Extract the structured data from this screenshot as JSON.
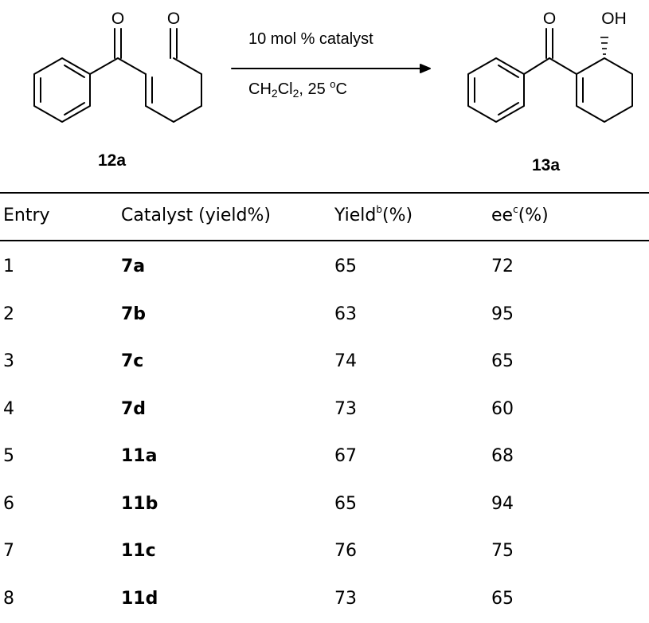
{
  "scheme": {
    "reactant_label": "12a",
    "product_label": "13a",
    "condition_top": "10 mol % catalyst",
    "condition_bottom": {
      "prefix": "CH",
      "sub1": "2",
      "mid": "Cl",
      "sub2": "2",
      "rest": ", 25 ",
      "sup": "o",
      "unit": "C"
    },
    "atoms": {
      "oxygen": "O",
      "hydroxyl": "OH"
    }
  },
  "table": {
    "headers": {
      "entry": "Entry",
      "catalyst": "Catalyst (yield%)",
      "yield": "Yield",
      "yield_note": "b",
      "yield_unit": "(%)",
      "ee": "ee",
      "ee_note": "c",
      "ee_unit": "(%)"
    },
    "rows": [
      {
        "entry": "1",
        "catalyst": "7a",
        "yield": "65",
        "ee": "72"
      },
      {
        "entry": "2",
        "catalyst": "7b",
        "yield": "63",
        "ee": "95"
      },
      {
        "entry": "3",
        "catalyst": "7c",
        "yield": "74",
        "ee": "65"
      },
      {
        "entry": "4",
        "catalyst": "7d",
        "yield": "73",
        "ee": "60"
      },
      {
        "entry": "5",
        "catalyst": "11a",
        "yield": "67",
        "ee": "68"
      },
      {
        "entry": "6",
        "catalyst": "11b",
        "yield": "65",
        "ee": "94"
      },
      {
        "entry": "7",
        "catalyst": "11c",
        "yield": "76",
        "ee": "75"
      },
      {
        "entry": "8",
        "catalyst": "11d",
        "yield": "73",
        "ee": "65"
      }
    ]
  }
}
